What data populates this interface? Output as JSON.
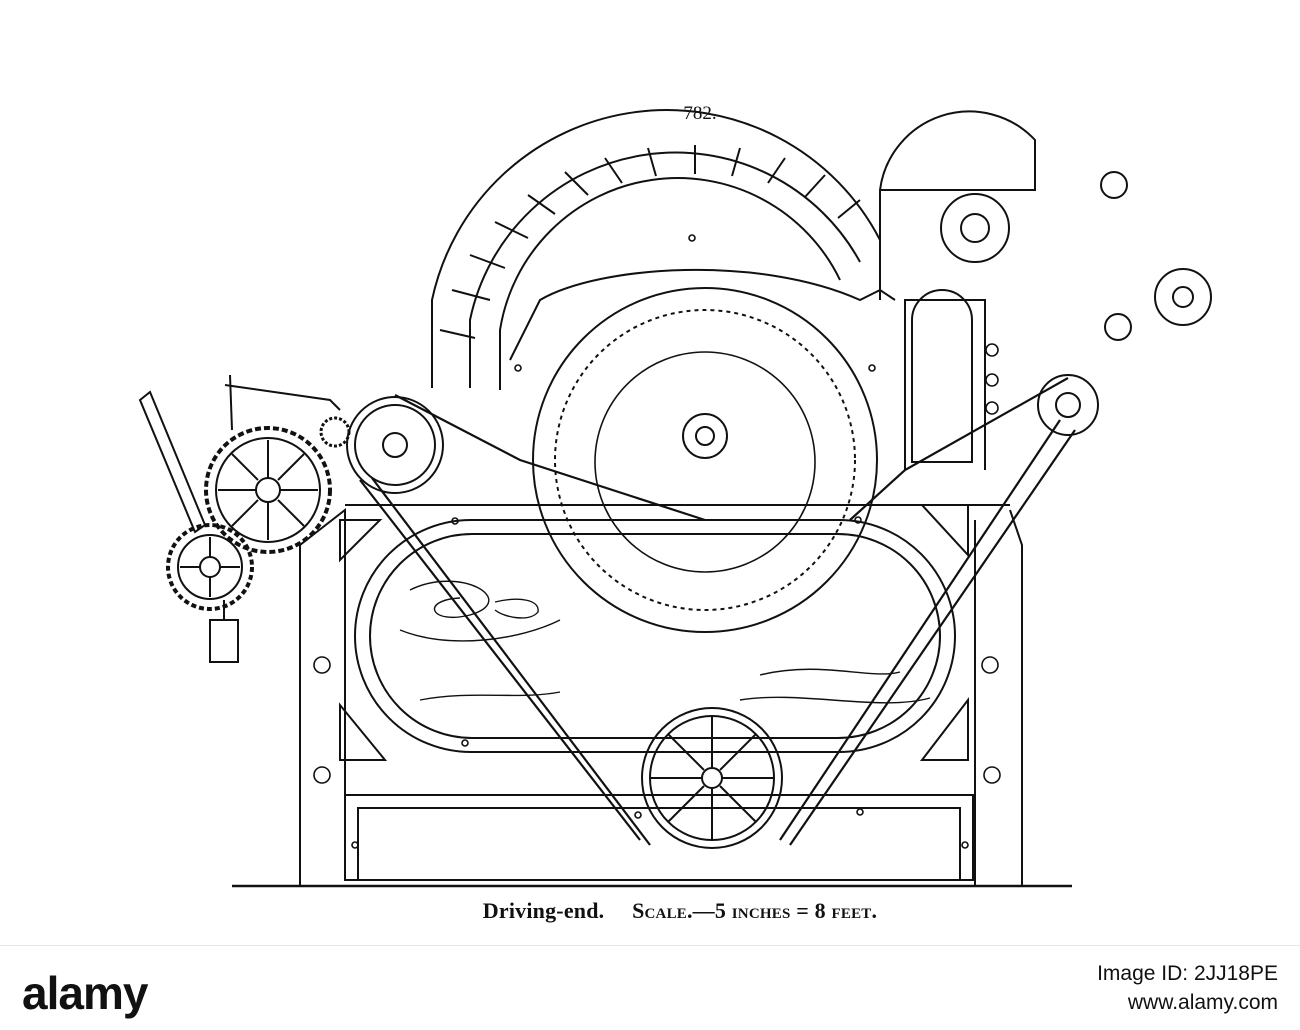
{
  "figure": {
    "number": "782.",
    "caption_main": "Driving-end.",
    "caption_scale": "Scale.—5 inches = 8 feet."
  },
  "watermark": {
    "logo": "alamy",
    "image_id": "Image ID: 2JJ18PE",
    "site": "www.alamy.com"
  }
}
